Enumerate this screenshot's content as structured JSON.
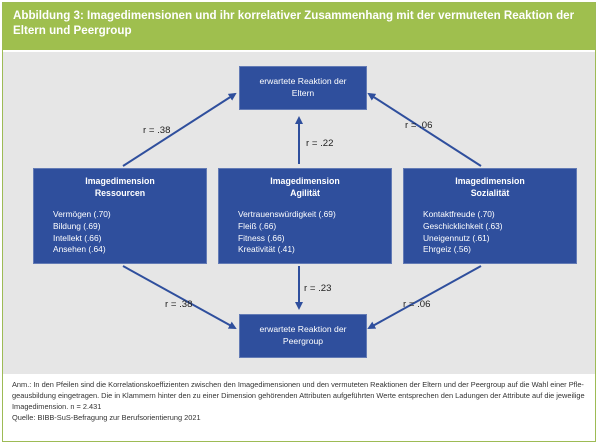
{
  "title": "Abbildung 3: Imagedimensionen und ihr korrelativer Zusammenhang mit der vermuteten Reaktion der Eltern und Peergroup",
  "colors": {
    "header": "#9fbf4e",
    "box": "#2f4f9d",
    "panel": "#e6e6e6",
    "arrow": "#2f4f9d"
  },
  "outcomes": {
    "eltern": {
      "line1": "erwartete Reaktion der",
      "line2": "Eltern"
    },
    "peergroup": {
      "line1": "erwartete Reaktion der",
      "line2": "Peergroup"
    }
  },
  "dimensions": [
    {
      "line1": "Imagedimension",
      "line2": "Ressourcen",
      "attributes": [
        "Vermögen (.70)",
        "Bildung (.69)",
        "Intellekt (.66)",
        "Ansehen (.64)"
      ]
    },
    {
      "line1": "Imagedimension",
      "line2": "Agilität",
      "attributes": [
        "Vertrauenswürdigkeit (.69)",
        "Fleiß (.66)",
        "Fitness (.66)",
        "Kreativität (.41)"
      ]
    },
    {
      "line1": "Imagedimension",
      "line2": "Sozialität",
      "attributes": [
        "Kontaktfreude (.70)",
        "Geschicklichkeit (.63)",
        "Uneigennutz (.61)",
        "Ehrgeiz (.56)"
      ]
    }
  ],
  "correlations": {
    "ressourcen_eltern": "r = .38",
    "agilitaet_eltern": "r = .22",
    "sozialitaet_eltern": "r = .06",
    "ressourcen_peergroup": "r = .38",
    "agilitaet_peergroup": "r = .23",
    "sozialitaet_peergroup": "r = .06"
  },
  "note": {
    "line1": "Anm.: In den Pfeilen sind die Korrelationskoeffizienten zwischen den Imagedimensionen und den vermuteten Reaktionen der Eltern und der Peergroup auf die Wahl einer Pfle-",
    "line2": "geausbildung eingetragen. Die in Klammern hinter den zu einer Dimension gehörenden Attributen aufgeführten Werte entsprechen den Ladungen der Attribute auf die jeweilige",
    "line3": "Imagedimension. n = 2.431",
    "source": "Quelle: BIBB-SuS-Befragung zur Berufsorientierung 2021"
  }
}
